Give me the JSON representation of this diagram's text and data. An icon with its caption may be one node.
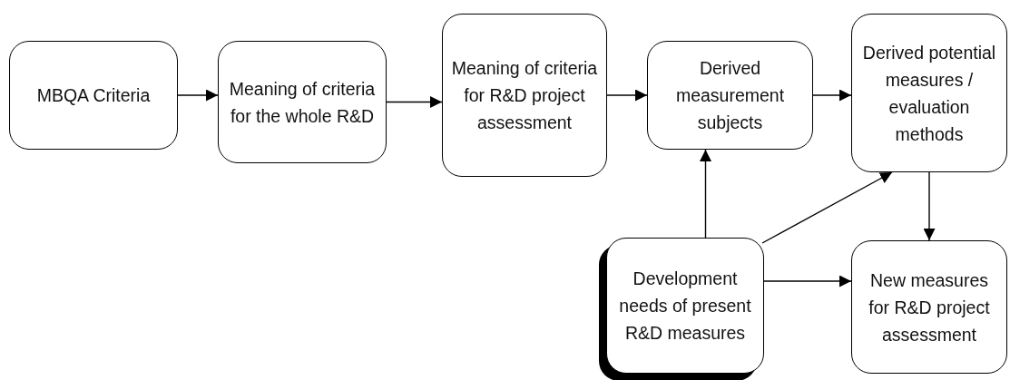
{
  "diagram": {
    "nodes": [
      {
        "text": [
          "MBQA Criteria"
        ]
      },
      {
        "text": [
          "Meaning of criteria for the whole R&D"
        ]
      },
      {
        "text": [
          "Meaning of criteria for R&D project assessment"
        ]
      },
      {
        "text": [
          "Derived measurement subjects"
        ]
      },
      {
        "text": [
          "Derived potential measures / evaluation methods"
        ]
      },
      {
        "text": [
          "Development needs of present R&D measures"
        ]
      },
      {
        "text": [
          "New measures for R&D project assessment"
        ]
      }
    ],
    "edges": [
      {
        "from": 0,
        "to": 1,
        "arrow": "to"
      },
      {
        "from": 1,
        "to": 2,
        "arrow": "to"
      },
      {
        "from": 2,
        "to": 3,
        "arrow": "to"
      },
      {
        "from": 3,
        "to": 4,
        "arrow": "to"
      },
      {
        "from": 4,
        "to": 6,
        "arrow": "to"
      },
      {
        "from": 5,
        "to": 3,
        "arrow": "to"
      },
      {
        "from": 5,
        "to": 4,
        "arrow": "to"
      },
      {
        "from": 5,
        "to": 6,
        "arrow": "to"
      }
    ]
  }
}
